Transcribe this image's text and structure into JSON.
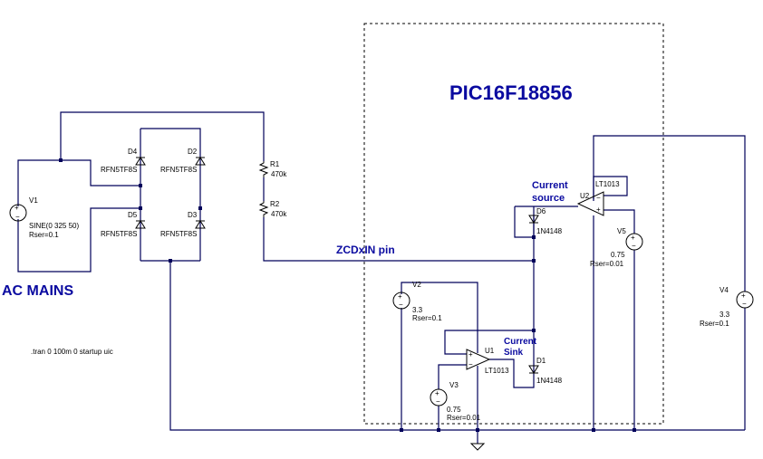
{
  "chip_label": "PIC16F18856",
  "ac_mains_label": "AC MAINS",
  "zcd_label": "ZCDxIN pin",
  "current_source_label": [
    "Current",
    "source"
  ],
  "current_sink_label": [
    "Current",
    "Sink"
  ],
  "sim_directive": ".tran 0 100m 0 startup uic",
  "components": {
    "V1": {
      "name": "V1",
      "value": "SINE(0 325 50)",
      "rser": "Rser=0.1"
    },
    "V2": {
      "name": "V2",
      "value": "3.3",
      "rser": "Rser=0.1"
    },
    "V3": {
      "name": "V3",
      "value": "0.75",
      "rser": "Rser=0.01"
    },
    "V4": {
      "name": "V4",
      "value": "3.3",
      "rser": "Rser=0.1"
    },
    "V5": {
      "name": "V5",
      "value": "0.75",
      "rser": "Rser=0.01"
    },
    "R1": {
      "name": "R1",
      "value": "470k"
    },
    "R2": {
      "name": "R2",
      "value": "470k"
    },
    "D1": {
      "name": "D1",
      "value": "1N4148"
    },
    "D2": {
      "name": "D2",
      "value": "RFN5TF8S"
    },
    "D3": {
      "name": "D3",
      "value": "RFN5TF8S"
    },
    "D4": {
      "name": "D4",
      "value": "RFN5TF8S"
    },
    "D5": {
      "name": "D5",
      "value": "RFN5TF8S"
    },
    "D6": {
      "name": "D6",
      "value": "1N4148"
    },
    "U1": {
      "name": "U1",
      "value": "LT1013"
    },
    "U2": {
      "name": "U2",
      "value": "LT1013"
    }
  }
}
